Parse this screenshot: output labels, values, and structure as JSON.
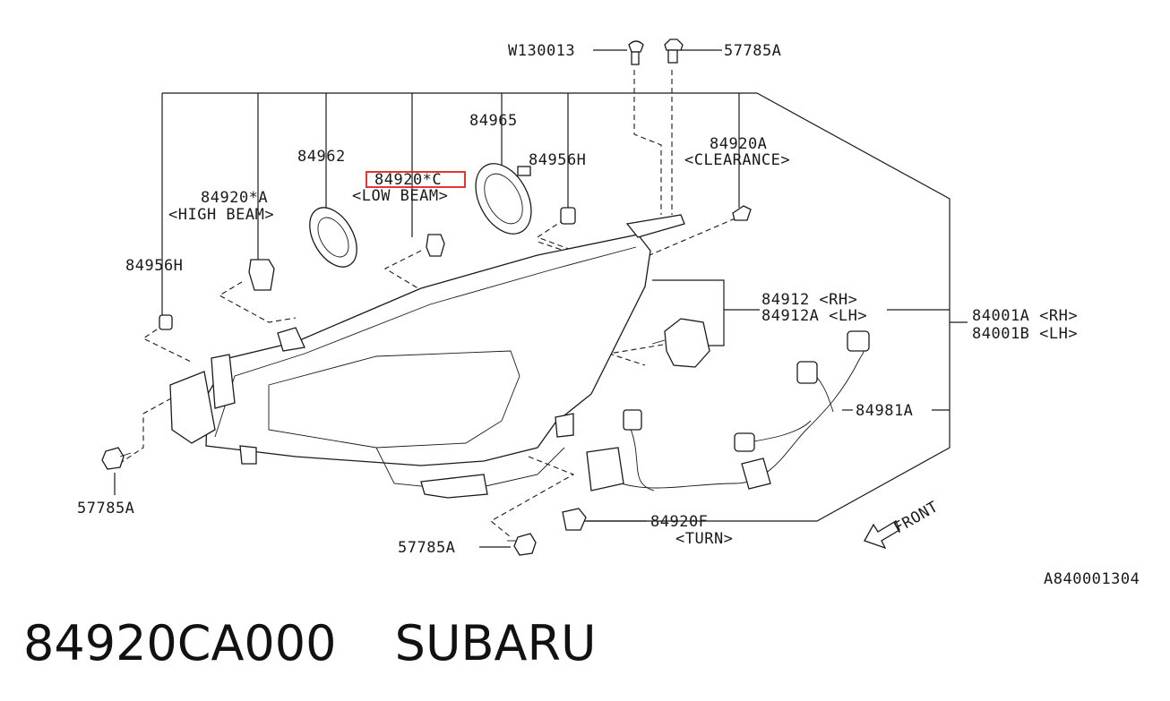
{
  "callouts": {
    "w130013": "W130013",
    "clip_top": "57785A",
    "lens_84965": "84965",
    "lens_84962": "84962",
    "socket_right": "84956H",
    "clearance_part": "84920A",
    "clearance_desc": "<CLEARANCE>",
    "low_beam_part": "84920*C",
    "low_beam_desc": "<LOW BEAM>",
    "high_beam_part": "84920*A",
    "high_beam_desc": "<HIGH BEAM>",
    "socket_left": "84956H",
    "unit_rh": "84912  <RH>",
    "unit_lh": "84912A <LH>",
    "assy_rh": "84001A <RH>",
    "assy_lh": "84001B <LH>",
    "harness": "84981A",
    "clip_left": "57785A",
    "clip_bottom": "57785A",
    "turn_part": "84920F",
    "turn_desc": "<TURN>",
    "front": "FRONT",
    "diagram_code": "A840001304"
  },
  "highlight": {
    "color": "#e02020",
    "target": "84920*C"
  },
  "caption": {
    "part_number": "84920CA000",
    "brand": "SUBARU"
  }
}
